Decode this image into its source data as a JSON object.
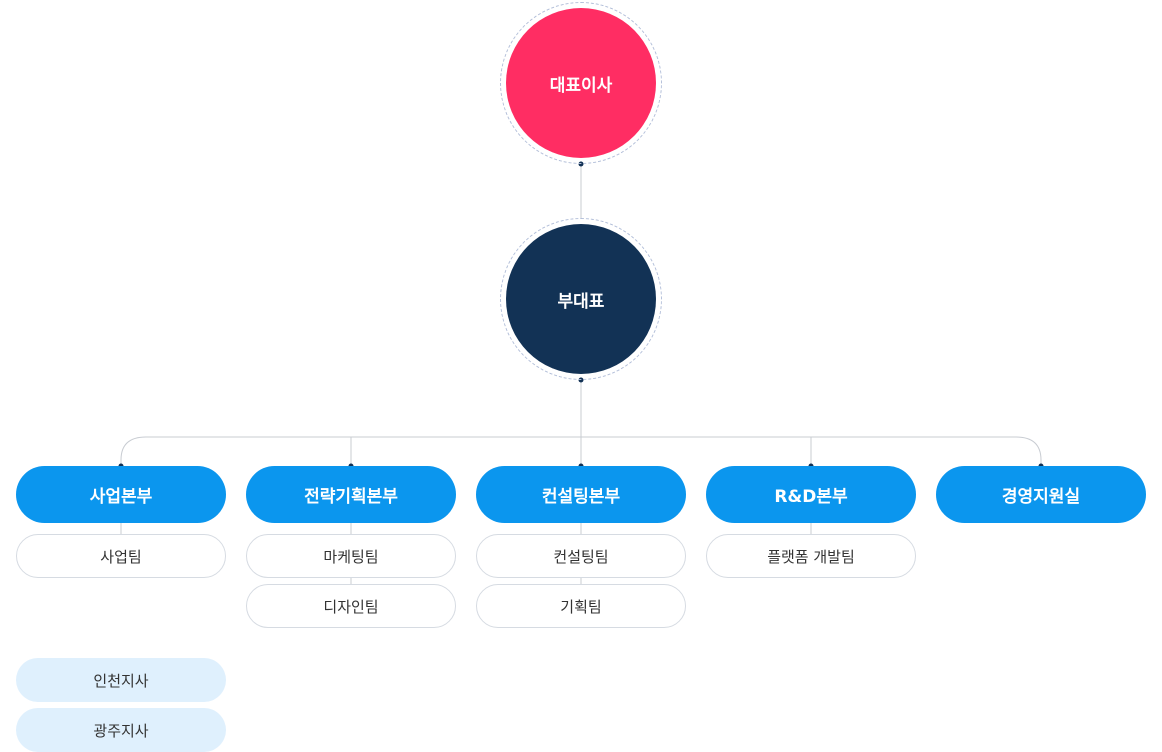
{
  "org_chart": {
    "ceo": {
      "label": "대표이사",
      "color": "#ff2d63"
    },
    "vice_president": {
      "label": "부대표",
      "color": "#123255"
    },
    "divisions": [
      {
        "label": "사업본부",
        "teams": [
          "사업팀"
        ]
      },
      {
        "label": "전략기획본부",
        "teams": [
          "마케팅팀",
          "디자인팀"
        ]
      },
      {
        "label": "컨설팅본부",
        "teams": [
          "컨설팅팀",
          "기획팀"
        ]
      },
      {
        "label": "R&D본부",
        "teams": [
          "플랫폼 개발팀"
        ]
      },
      {
        "label": "경영지원실",
        "teams": []
      }
    ],
    "branches": [
      "인천지사",
      "광주지사"
    ],
    "colors": {
      "division": "#0b96ee",
      "branch": "#dff0fd",
      "connector": "#c8ccd2",
      "dot": "#123255"
    }
  }
}
